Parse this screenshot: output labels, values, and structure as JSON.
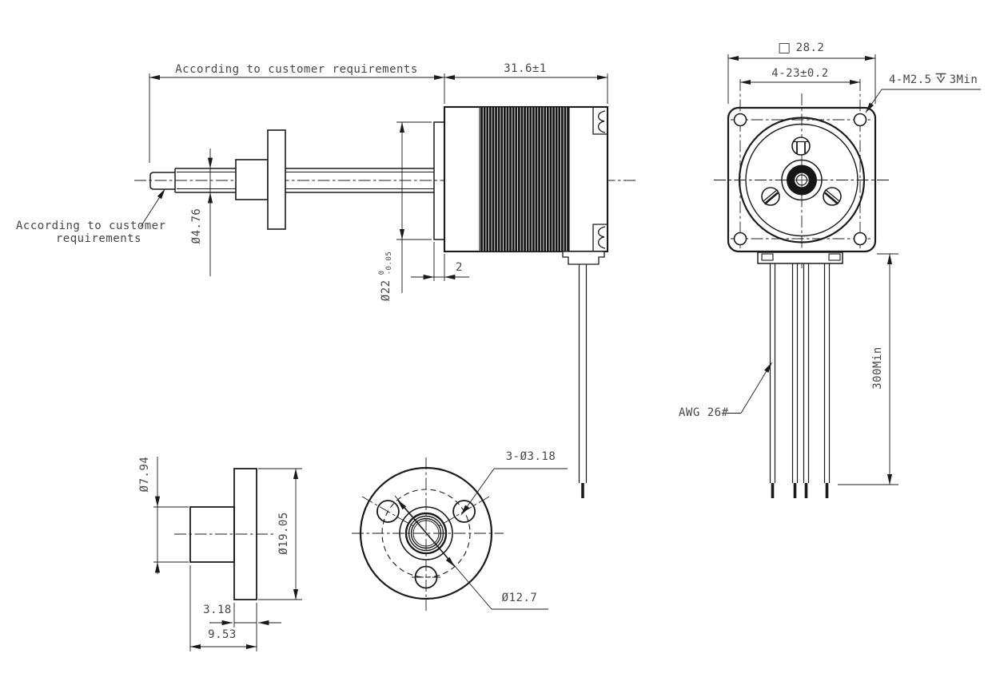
{
  "drawing": {
    "side_view": {
      "dim_overall_shaft": "According to customer requirements",
      "dim_body_length": "31.6±1",
      "shaft_tip_note_line1": "According to customer",
      "shaft_tip_note_line2": "requirements",
      "dim_shaft_diameter": "Ø4.76",
      "dim_pilot_diameter": "Ø22",
      "dim_pilot_tol_upper": "0",
      "dim_pilot_tol_lower": "-0.05",
      "dim_pilot_length": "2"
    },
    "front_view": {
      "dim_flange_size": "28.2",
      "dim_mounting_holes": "4-23±0.2",
      "note_tapped_holes_thread": "4-M2.5",
      "note_tapped_holes_depth": "3Min",
      "label_lead_wires": "AWG 26#",
      "dim_lead_length": "300Min"
    },
    "nut_side_view": {
      "dim_hub_diameter": "Ø7.94",
      "dim_flange_diameter": "Ø19.05",
      "dim_flange_thickness": "3.18",
      "dim_overall_length": "9.53"
    },
    "nut_front_view": {
      "dim_mounting_holes": "3-Ø3.18",
      "dim_bolt_circle": "Ø12.7"
    },
    "colors": {
      "line": "#1b1b1b",
      "text": "#474747",
      "background": "#ffffff",
      "lamination_fill": "#141414"
    }
  }
}
